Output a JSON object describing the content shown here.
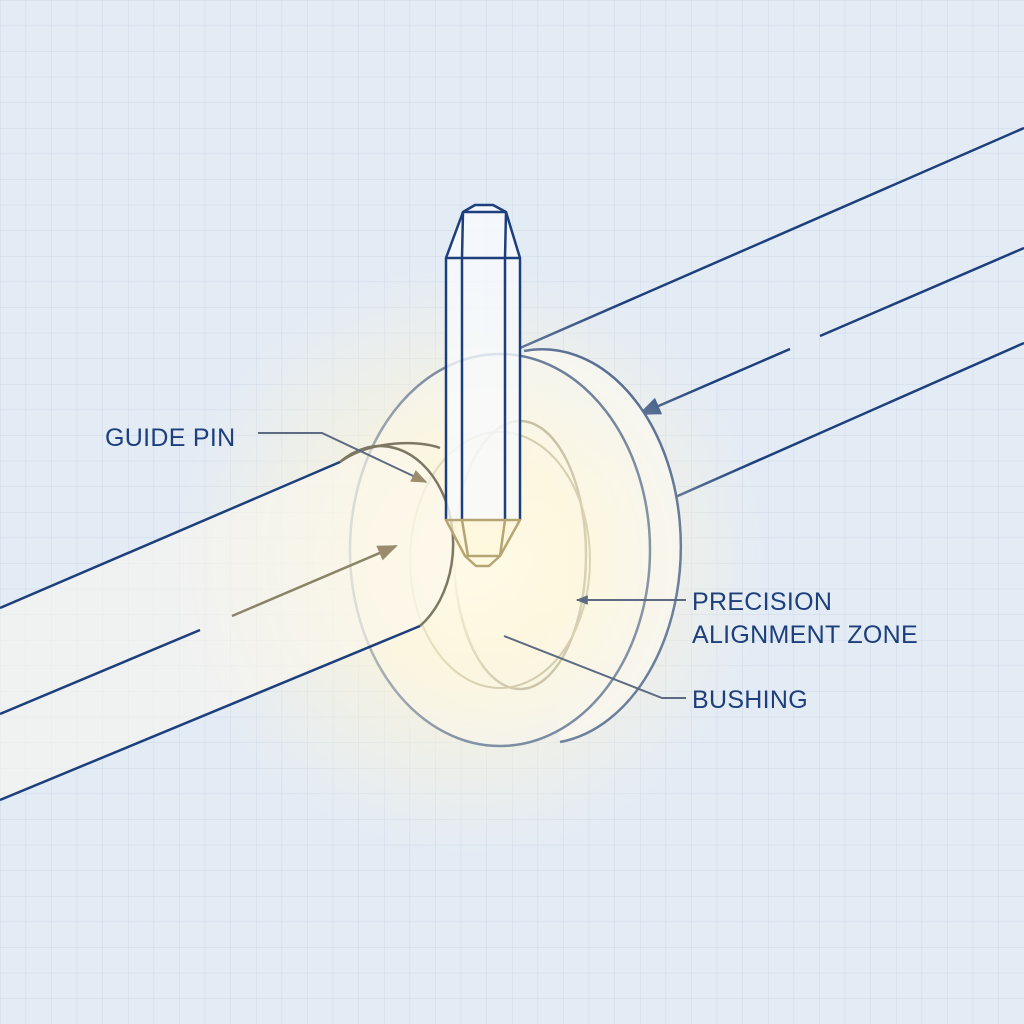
{
  "labels": {
    "guide_pin": "GUIDE PIN",
    "precision_line1": "PRECISION",
    "precision_line2": "ALIGNMENT ZONE",
    "bushing": "BUSHING"
  },
  "colors": {
    "background": "#e3ebf5",
    "grid": "#cbd8e8",
    "line": "#1d3f7c",
    "glow": "#fff6d6",
    "leader_gold": "#9a8c6c"
  }
}
